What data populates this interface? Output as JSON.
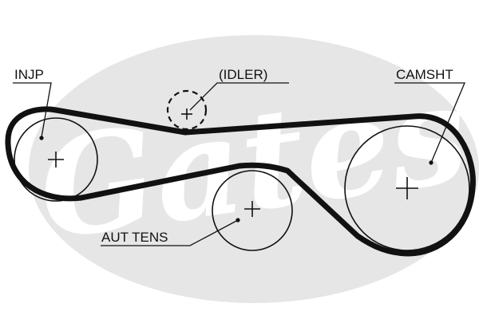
{
  "diagram": {
    "labels": {
      "injp": "INJP",
      "idler": "(IDLER)",
      "camsht": "CAMSHT",
      "aut_tens": "AUT TENS"
    },
    "watermark": {
      "brand": "Gates",
      "color": "#e6e6e6"
    },
    "colors": {
      "ink": "#111111",
      "background": "#ffffff"
    }
  }
}
